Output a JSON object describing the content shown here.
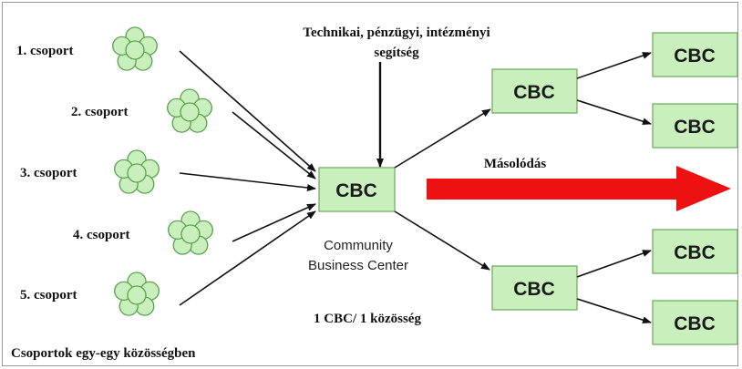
{
  "groups": [
    {
      "label": "1. csoport"
    },
    {
      "label": "2. csoport"
    },
    {
      "label": "3. csoport"
    },
    {
      "label": "4. csoport"
    },
    {
      "label": "5. csoport"
    }
  ],
  "support_label_line1": "Technikai, pénzügyi, intézményi",
  "support_label_line2": "segítség",
  "center": {
    "box_label": "CBC",
    "caption_line1": "Community",
    "caption_line2": "Business Center",
    "ratio_label": "1 CBC/ 1 közösség"
  },
  "replication_label": "Másolódás",
  "branches": [
    {
      "label": "CBC",
      "children": [
        "CBC",
        "CBC"
      ]
    },
    {
      "label": "CBC",
      "children": [
        "CBC",
        "CBC"
      ]
    }
  ],
  "bottom_caption": "Csoportok egy-egy közösségben",
  "colors": {
    "box_fill": "#c9efbd",
    "box_stroke": "#6aa85a",
    "big_arrow": "#ee1111"
  }
}
